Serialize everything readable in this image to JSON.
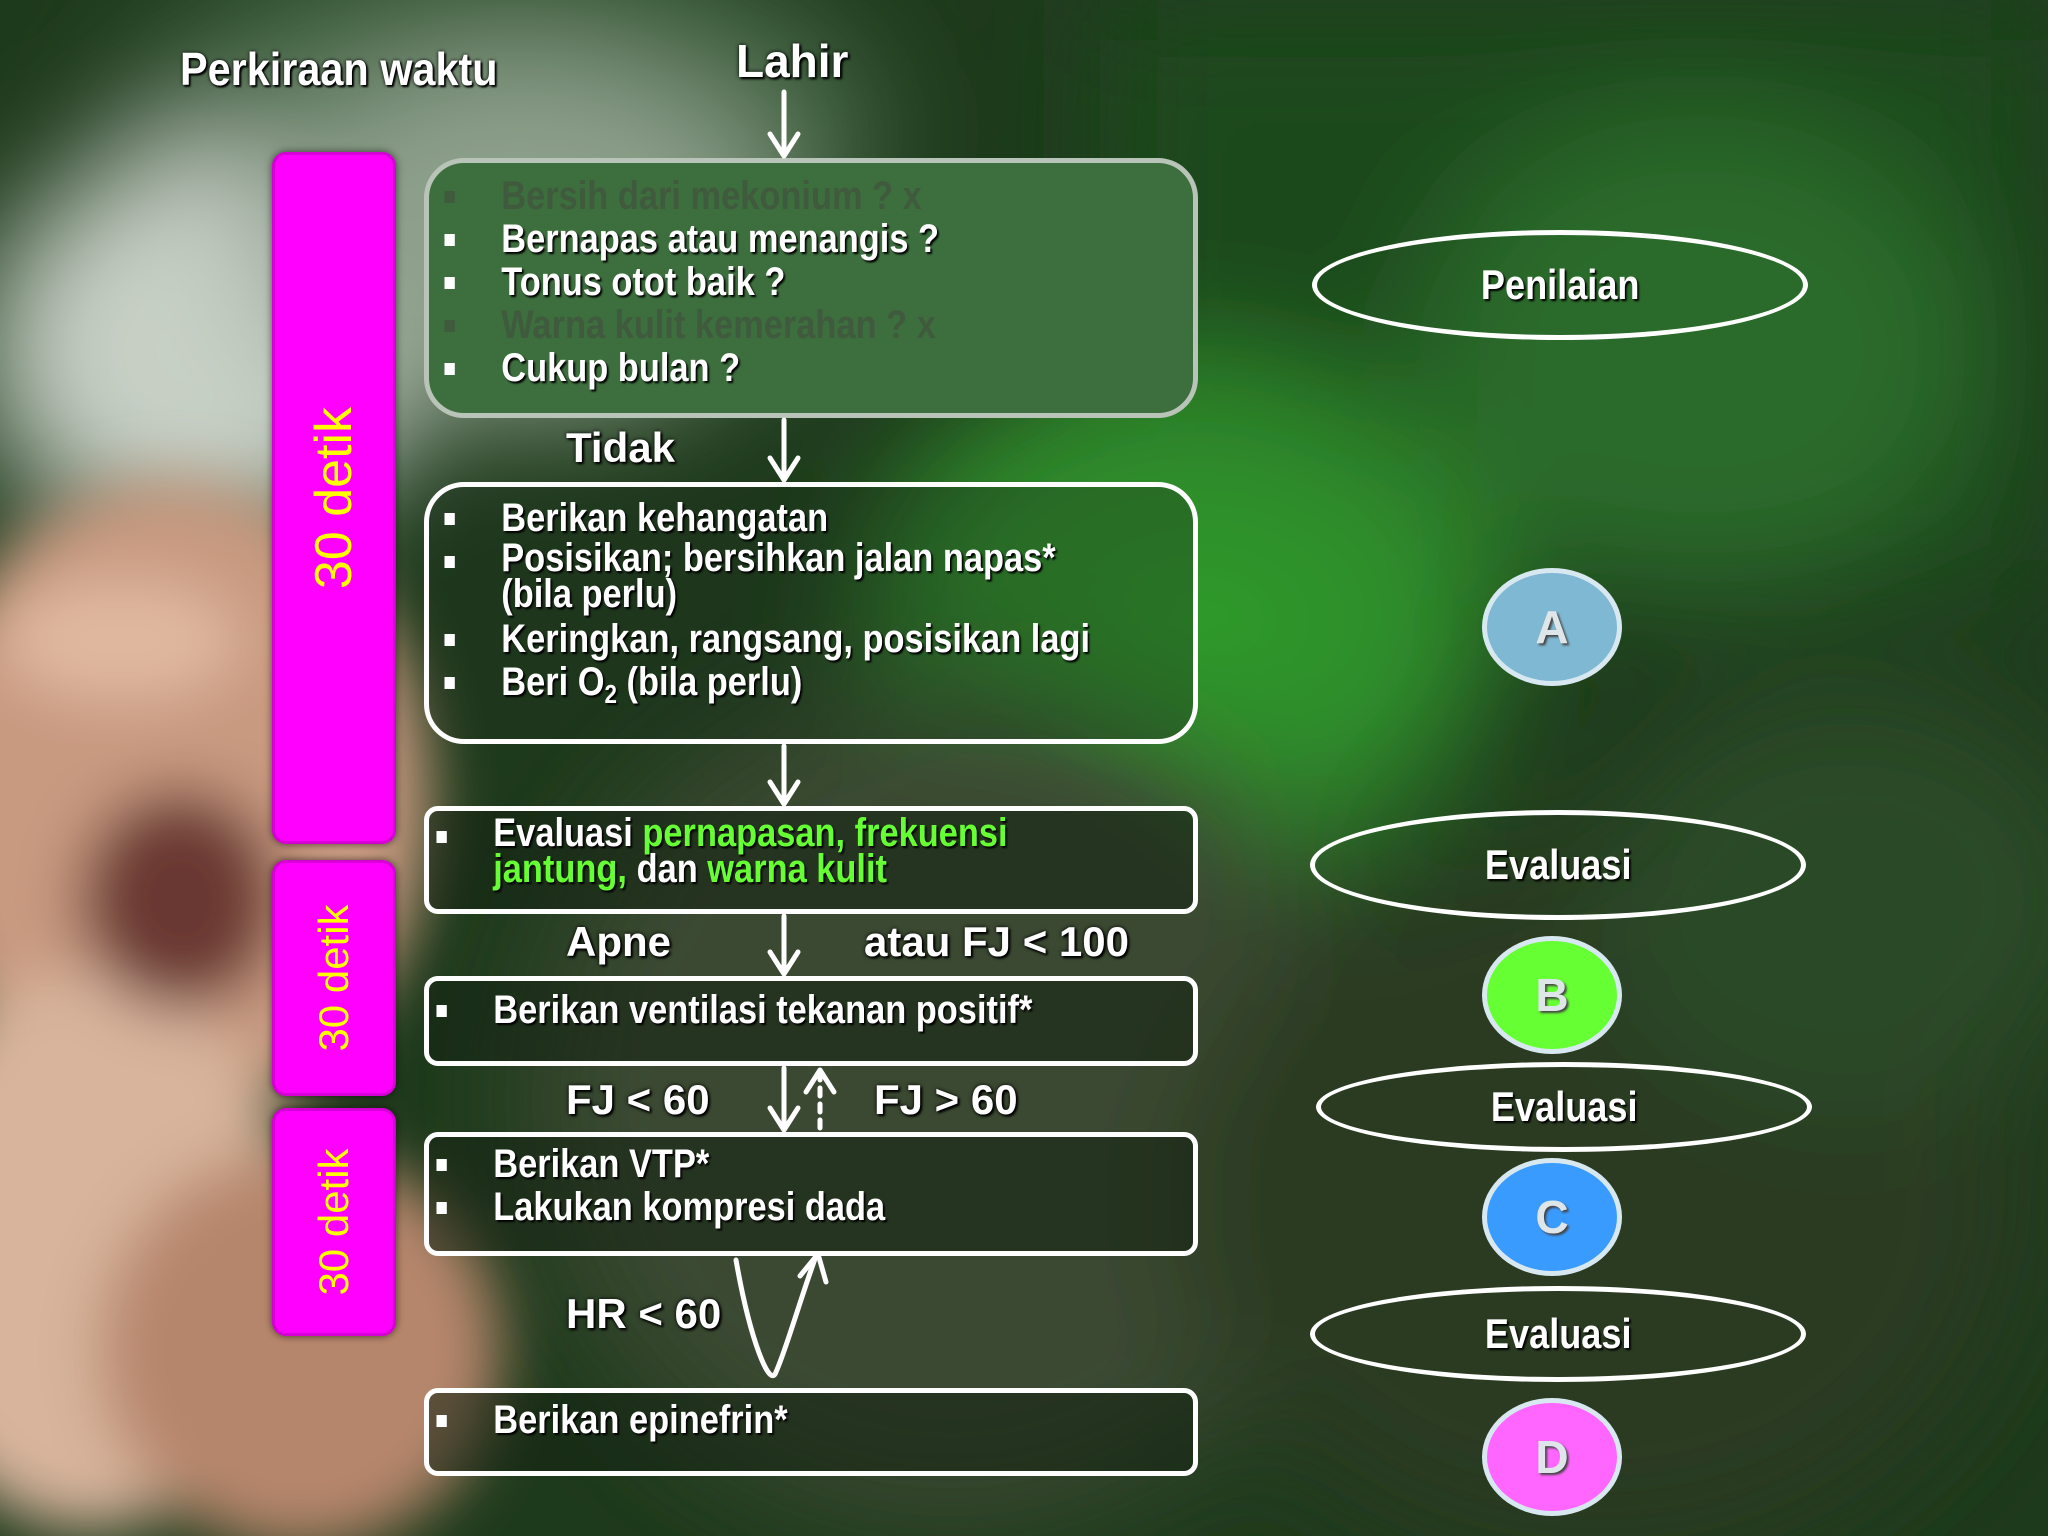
{
  "header": {
    "time_label": "Perkiraan waktu",
    "start_label": "Lahir"
  },
  "time_bars": [
    "30 detik",
    "30 detik",
    "30 detik"
  ],
  "assessment": {
    "items": [
      "Bersih dari mekonium ? x",
      "Bernapas atau menangis ?",
      "Tonus otot baik ?",
      "Warna kulit kemerahan ? x",
      "Cukup bulan ?"
    ]
  },
  "labels": {
    "tidak": "Tidak",
    "apne": "Apne",
    "fj_lt_100": "atau FJ < 100",
    "fj_lt_60": "FJ < 60",
    "fj_gt_60": "FJ > 60",
    "hr_lt_60": "HR < 60"
  },
  "step_a": {
    "items": [
      "Berikan kehangatan",
      "Posisikan; bersihkan jalan napas*",
      "(bila perlu)",
      "Keringkan, rangsang, posisikan lagi",
      "Beri O",
      "2",
      "(bila perlu)"
    ]
  },
  "evaluation_box": {
    "prefix": "Evaluasi",
    "highlight1": "pernapasan, frekuensi",
    "highlight2": "jantung,",
    "middle": "dan",
    "highlight3": "warna kulit"
  },
  "step_b": {
    "item": "Berikan ventilasi tekanan positif*"
  },
  "step_c": {
    "items": [
      "Berikan VTP*",
      "Lakukan kompresi dada"
    ]
  },
  "step_d": {
    "item": "Berikan epinefrin*"
  },
  "right_column": {
    "penilaian": "Penilaian",
    "evaluasi": [
      "Evaluasi",
      "Evaluasi",
      "Evaluasi"
    ],
    "steps": [
      "A",
      "B",
      "C",
      "D"
    ]
  },
  "colors": {
    "time_bar": "#ff00ff",
    "time_text": "#ffff00",
    "highlight": "#66ff33",
    "circle_a": "#7fb8d2",
    "circle_b": "#66ff33",
    "circle_c": "#3a9bff",
    "circle_d": "#ff66ff"
  }
}
